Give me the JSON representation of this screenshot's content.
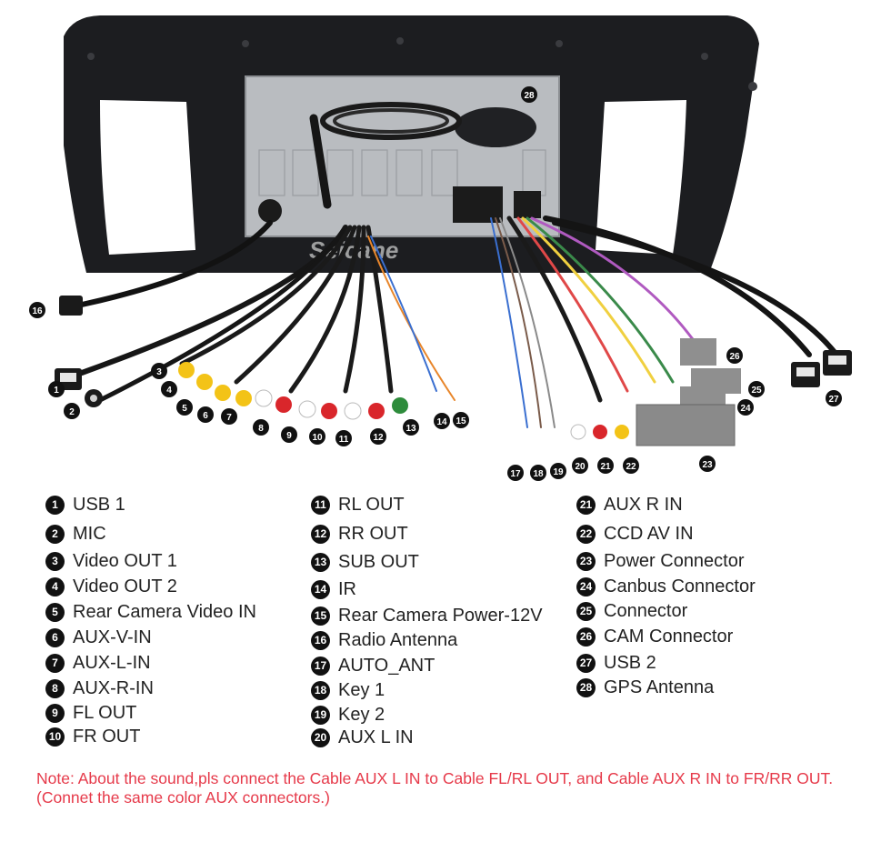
{
  "watermark": "Seicane",
  "legend": {
    "col1": [
      {
        "n": "1",
        "label": "USB 1"
      },
      {
        "n": "2",
        "label": "MIC"
      },
      {
        "n": "3",
        "label": "Video OUT 1"
      },
      {
        "n": "4",
        "label": "Video OUT 2"
      },
      {
        "n": "5",
        "label": "Rear Camera Video IN"
      },
      {
        "n": "6",
        "label": "AUX-V-IN"
      },
      {
        "n": "7",
        "label": "AUX-L-IN"
      },
      {
        "n": "8",
        "label": "AUX-R-IN"
      },
      {
        "n": "9",
        "label": "FL OUT"
      },
      {
        "n": "10",
        "label": "FR OUT"
      }
    ],
    "col2": [
      {
        "n": "11",
        "label": "RL OUT"
      },
      {
        "n": "12",
        "label": "RR OUT"
      },
      {
        "n": "13",
        "label": "SUB OUT"
      },
      {
        "n": "14",
        "label": "IR"
      },
      {
        "n": "15",
        "label": "Rear Camera Power-12V"
      },
      {
        "n": "16",
        "label": "Radio Antenna"
      },
      {
        "n": "17",
        "label": "AUTO_ANT"
      },
      {
        "n": "18",
        "label": "Key 1"
      },
      {
        "n": "19",
        "label": "Key 2"
      },
      {
        "n": "20",
        "label": "AUX L IN"
      }
    ],
    "col3": [
      {
        "n": "21",
        "label": "AUX R IN"
      },
      {
        "n": "22",
        "label": "CCD AV IN"
      },
      {
        "n": "23",
        "label": "Power Connector"
      },
      {
        "n": "24",
        "label": "Canbus Connector"
      },
      {
        "n": "25",
        "label": "Connector"
      },
      {
        "n": "26",
        "label": "CAM Connector"
      },
      {
        "n": "27",
        "label": "USB 2"
      },
      {
        "n": "28",
        "label": "GPS Antenna"
      }
    ]
  },
  "note": "Note: About the sound,pls connect the Cable AUX L IN to Cable FL/RL OUT, and Cable AUX R IN to FR/RR OUT.(Connet the same color AUX connectors.)"
}
